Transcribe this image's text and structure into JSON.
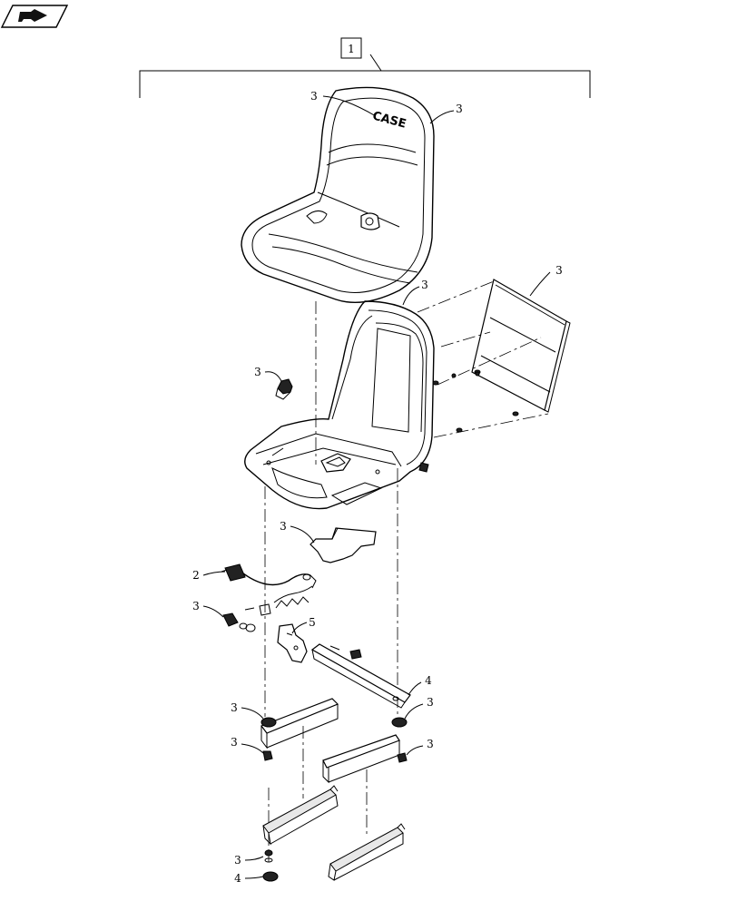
{
  "logo_text": "CASE",
  "callouts": {
    "assembly": "1",
    "seat_cushion": "3",
    "seat_cushion_right": "3",
    "seat_pan": "3",
    "back_panel": "3",
    "knob": "3",
    "bracket_plate": "3",
    "switch": "2",
    "fitting": "3",
    "bracket": "5",
    "strap": "4",
    "washer_left": "3",
    "washer_right": "3",
    "bolt_left": "3",
    "bolt_right": "3",
    "small_parts": "3",
    "foot": "4"
  }
}
